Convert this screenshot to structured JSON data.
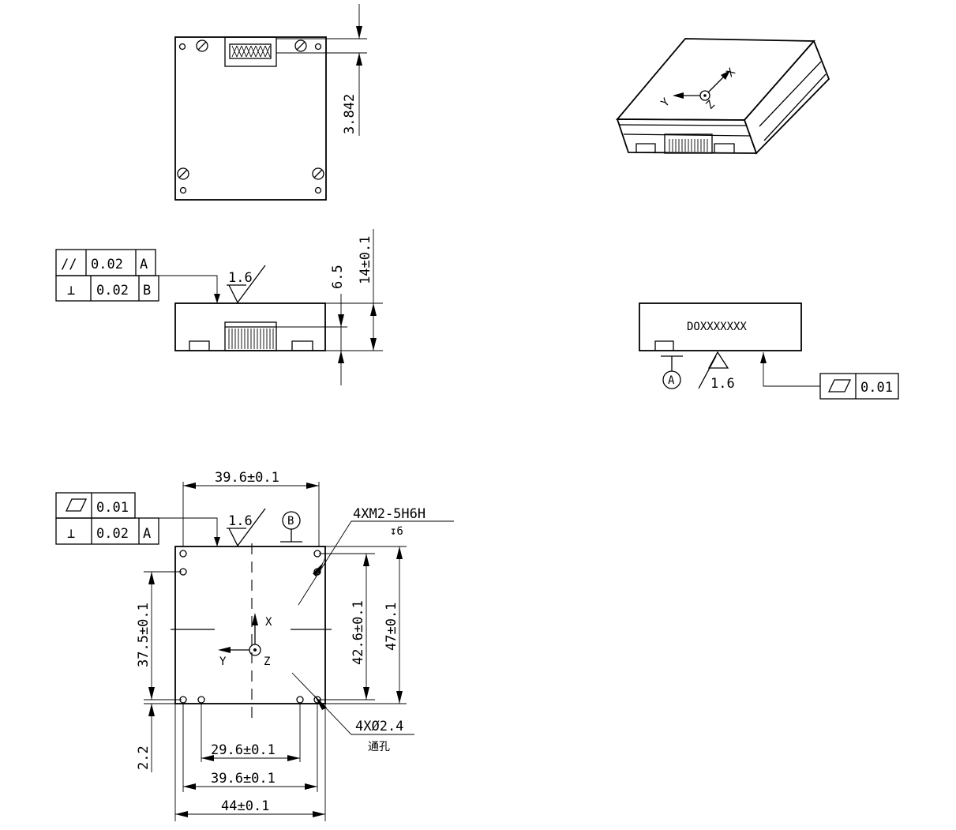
{
  "top_view": {
    "dim_offset": "3.842"
  },
  "side_view": {
    "fcf_parallel": {
      "symbol": "//",
      "tolerance": "0.02",
      "datum": "A"
    },
    "fcf_perpendicular": {
      "symbol": "⊥",
      "tolerance": "0.02",
      "datum": "B"
    },
    "surface_finish": "1.6",
    "dim_height": "14±0.1",
    "dim_connector": "6.5"
  },
  "front_view": {
    "part_marking": "DOXXXXXXX",
    "datum_label": "A",
    "surface_finish": "1.6",
    "fcf_flatness": {
      "symbol": "▱",
      "tolerance": "0.01"
    }
  },
  "bottom_view": {
    "fcf_flatness": {
      "symbol": "▱",
      "tolerance": "0.01"
    },
    "fcf_perpendicular": {
      "symbol": "⊥",
      "tolerance": "0.02",
      "datum": "A"
    },
    "surface_finish": "1.6",
    "datum_label": "B",
    "dim_top_width": "39.6±0.1",
    "thread_callout": "4XM2-5H6H",
    "thread_depth": "↧6",
    "dim_left_height": "37.5±0.1",
    "dim_inner_height": "42.6±0.1",
    "dim_outer_height": "47±0.1",
    "axis_x": "X",
    "axis_y": "Y",
    "axis_z": "Z",
    "hole_callout": "4XØ2.4",
    "hole_note": "通孔",
    "dim_left_offset": "2.2",
    "dim_inner_width": "29.6±0.1",
    "dim_mid_width": "39.6±0.1",
    "dim_total_width": "44±0.1"
  },
  "iso_view": {
    "axis_x": "X",
    "axis_y": "Y",
    "axis_z": "Z"
  }
}
